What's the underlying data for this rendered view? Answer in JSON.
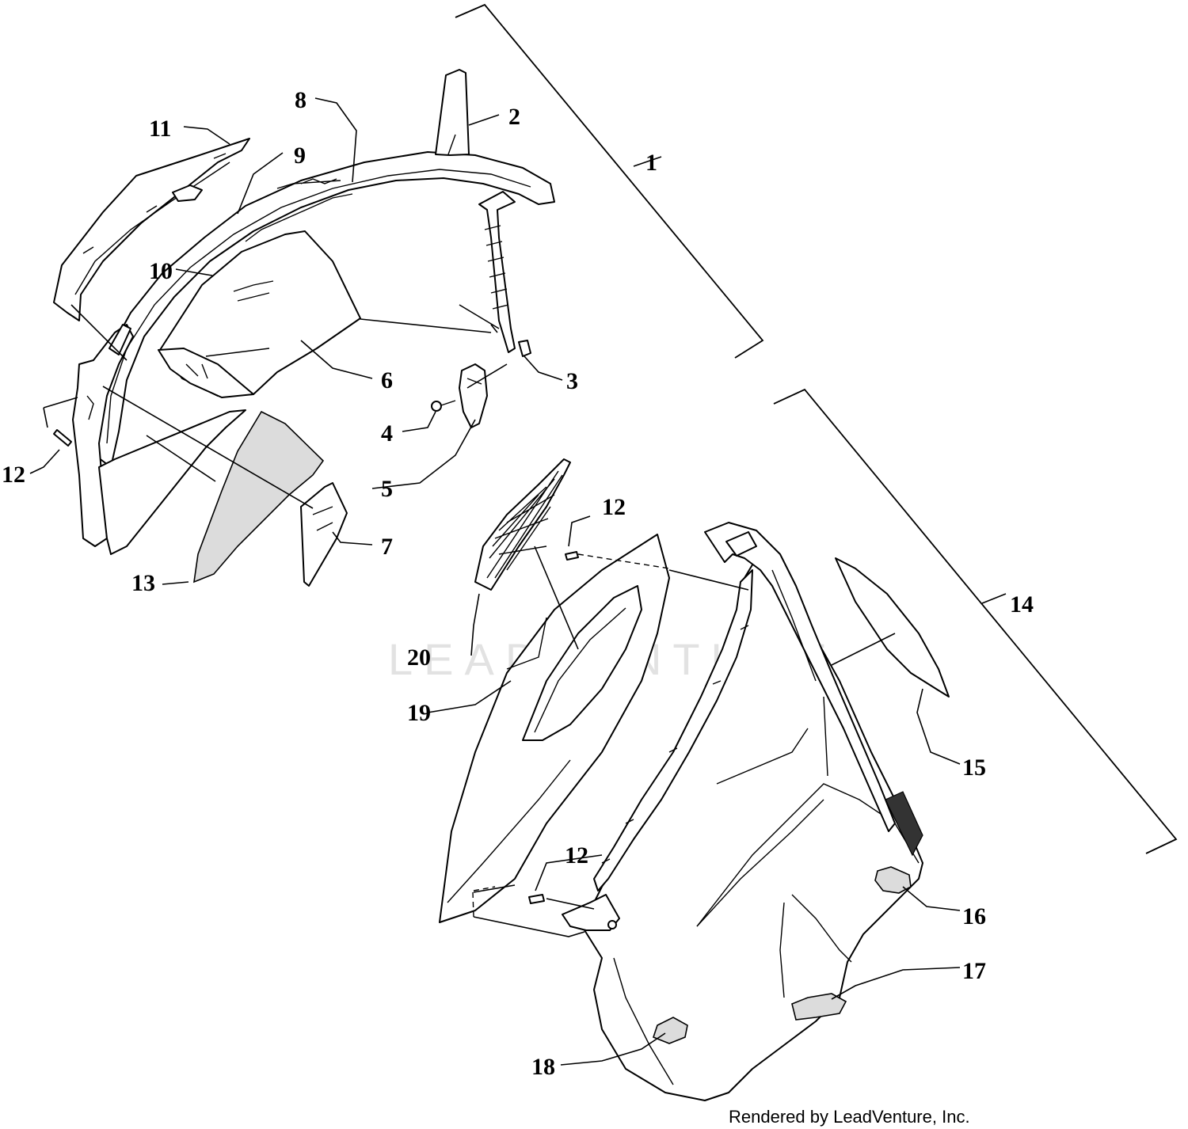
{
  "callouts": [
    {
      "id": "1",
      "label": "1"
    },
    {
      "id": "2",
      "label": "2"
    },
    {
      "id": "3",
      "label": "3"
    },
    {
      "id": "4",
      "label": "4"
    },
    {
      "id": "5",
      "label": "5"
    },
    {
      "id": "6",
      "label": "6"
    },
    {
      "id": "7",
      "label": "7"
    },
    {
      "id": "8",
      "label": "8"
    },
    {
      "id": "9",
      "label": "9"
    },
    {
      "id": "10",
      "label": "10"
    },
    {
      "id": "11",
      "label": "11"
    },
    {
      "id": "12",
      "label": "12"
    },
    {
      "id": "13",
      "label": "13"
    },
    {
      "id": "14",
      "label": "14"
    },
    {
      "id": "15",
      "label": "15"
    },
    {
      "id": "16",
      "label": "16"
    },
    {
      "id": "17",
      "label": "17"
    },
    {
      "id": "18",
      "label": "18"
    },
    {
      "id": "19",
      "label": "19"
    },
    {
      "id": "20",
      "label": "20"
    }
  ],
  "watermark": "LEADVENTURE",
  "credit": "Rendered by LeadVenture, Inc."
}
